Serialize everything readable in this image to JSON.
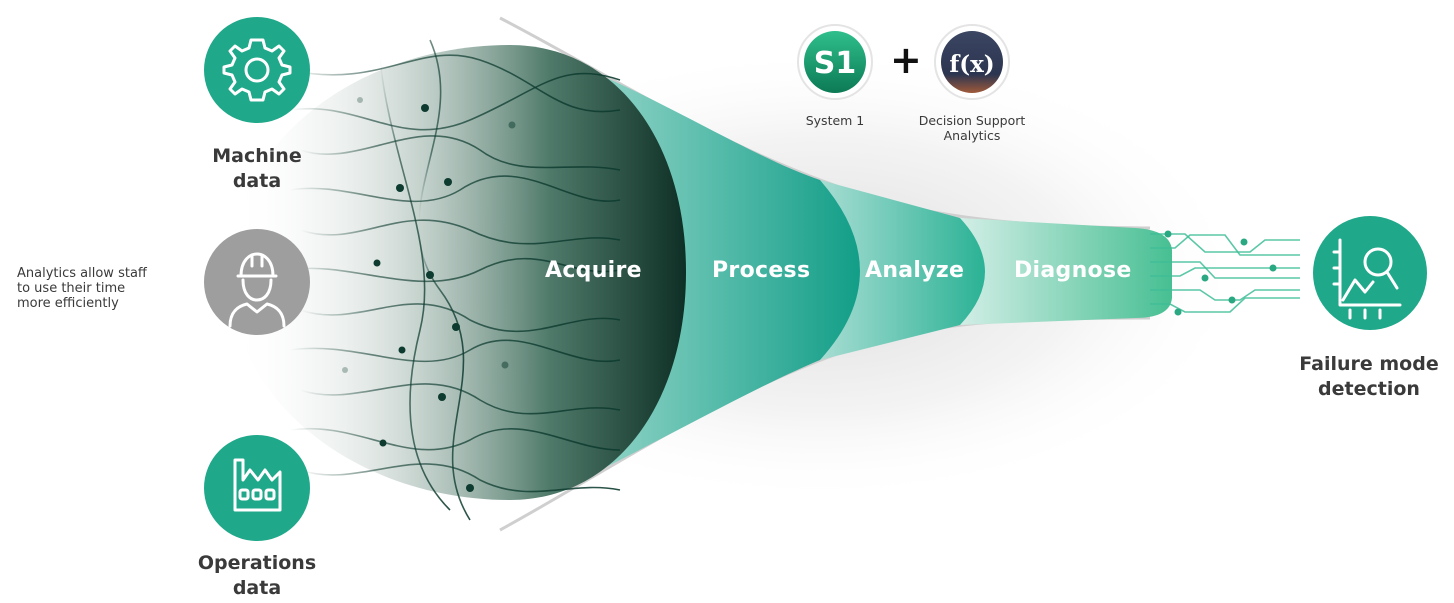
{
  "sources": {
    "machine": {
      "line1": "Machine",
      "line2": "data",
      "icon": "gear-icon"
    },
    "worker": {
      "icon": "worker-hardhat-icon"
    },
    "operations": {
      "line1": "Operations",
      "line2": "data",
      "icon": "factory-icon"
    }
  },
  "side_note": {
    "line1": "Analytics allow staff",
    "line2": "to use their time",
    "line3": "more efficiently"
  },
  "stages": [
    "Acquire",
    "Process",
    "Analyze",
    "Diagnose"
  ],
  "logos": {
    "system1": {
      "badge": "S1",
      "caption": "System 1"
    },
    "plus": "+",
    "dsa": {
      "badge": "f(x)",
      "caption_line1": "Decision Support",
      "caption_line2": "Analytics"
    }
  },
  "output": {
    "line1": "Failure mode",
    "line2": "detection",
    "icon": "chart-magnifier-icon"
  },
  "colors": {
    "teal": "#1fa88a",
    "teal_dark": "#0f5a45",
    "gray_icon": "#9e9e9e",
    "dark_green": "#133d30"
  }
}
